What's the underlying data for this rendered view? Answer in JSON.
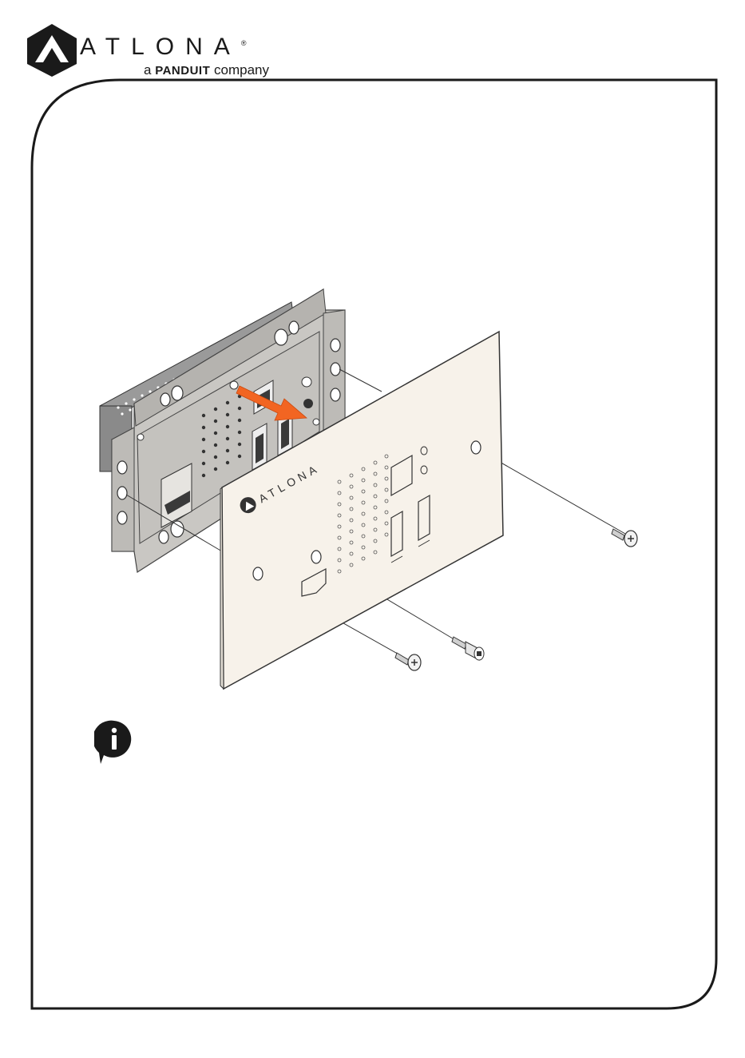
{
  "brand": {
    "name": "ATLONA",
    "registered": "®",
    "tagline_prefix": "a",
    "tagline_brand": "PANDUIT",
    "tagline_suffix": "company",
    "plate_logo": "ATLONA"
  },
  "colors": {
    "frame": "#1a1a1a",
    "faceplate": "#f7f2ea",
    "chassis": "#b9b9b9",
    "bracket": "#c8c6c2",
    "arrow": "#f26522",
    "port": "#4a4a4a"
  },
  "icons": {
    "logo": "atlona-arch-icon",
    "note": "info-speech-bubble-icon"
  }
}
